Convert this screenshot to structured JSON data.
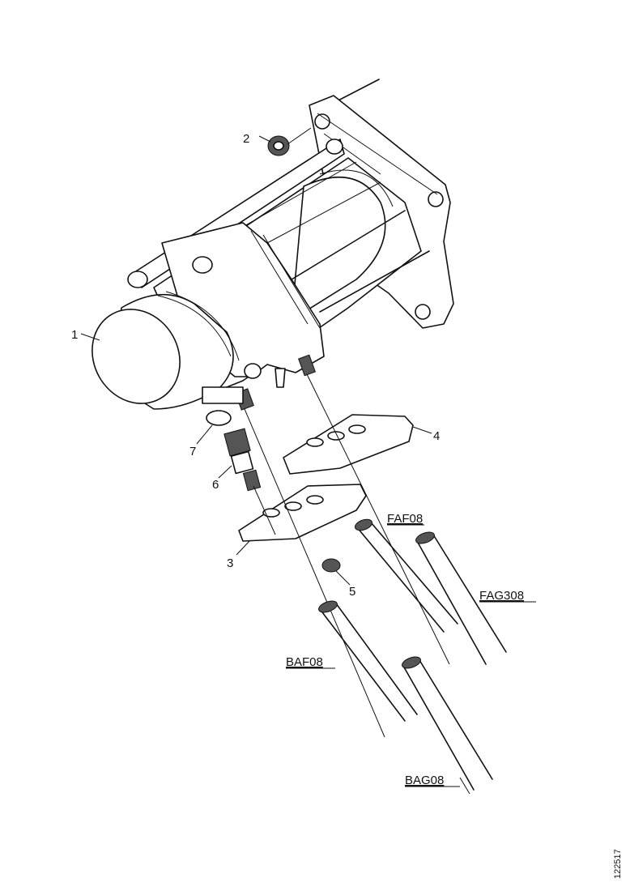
{
  "callouts": {
    "p1": "1",
    "p2": "2",
    "p3": "3",
    "p4": "4",
    "p5": "5",
    "p6": "6",
    "p7": "7"
  },
  "pipe_codes": {
    "faf08": "FAF08",
    "fag308": "FAG308",
    "baf08": "BAF08",
    "bag08": "BAG08"
  },
  "drawing_ref": "122517"
}
